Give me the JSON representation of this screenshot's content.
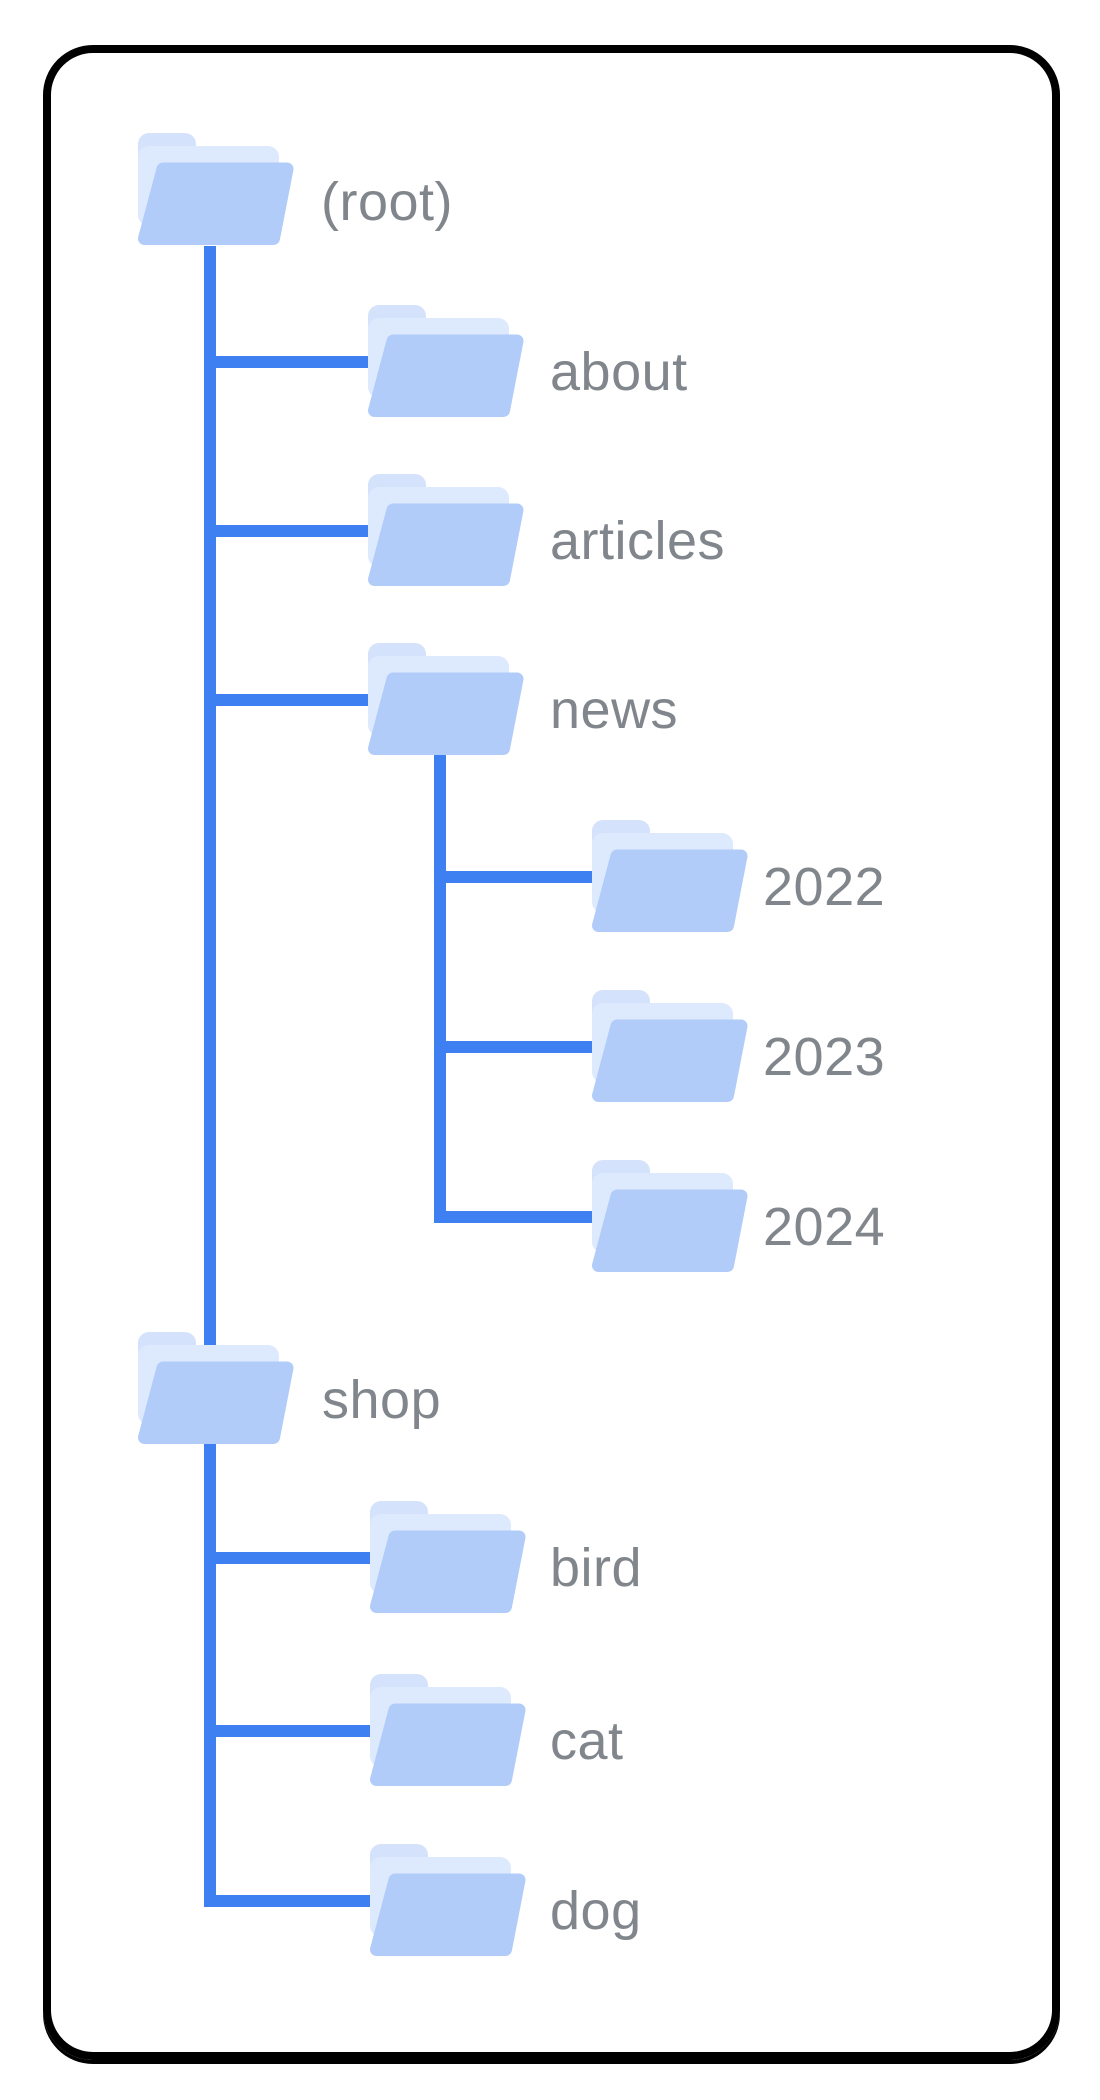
{
  "colors": {
    "background": "#ffffff",
    "frame-border": "#000000",
    "connector": "#3e80f2",
    "folder-tab": "#d5e2fb",
    "folder-body": "#dde9fd",
    "folder-front": "#b1ccf9",
    "label": "#80868b"
  },
  "labels": {
    "root": "(root)",
    "about": "about",
    "articles": "articles",
    "news": "news",
    "y2022": "2022",
    "y2023": "2023",
    "y2024": "2024",
    "shop": "shop",
    "bird": "bird",
    "cat": "cat",
    "dog": "dog"
  },
  "tree": {
    "label": "(root)",
    "children": [
      {
        "label": "about"
      },
      {
        "label": "articles"
      },
      {
        "label": "news",
        "children": [
          {
            "label": "2022"
          },
          {
            "label": "2023"
          },
          {
            "label": "2024"
          }
        ]
      },
      {
        "label": "shop",
        "children": [
          {
            "label": "bird"
          },
          {
            "label": "cat"
          },
          {
            "label": "dog"
          }
        ]
      }
    ]
  }
}
